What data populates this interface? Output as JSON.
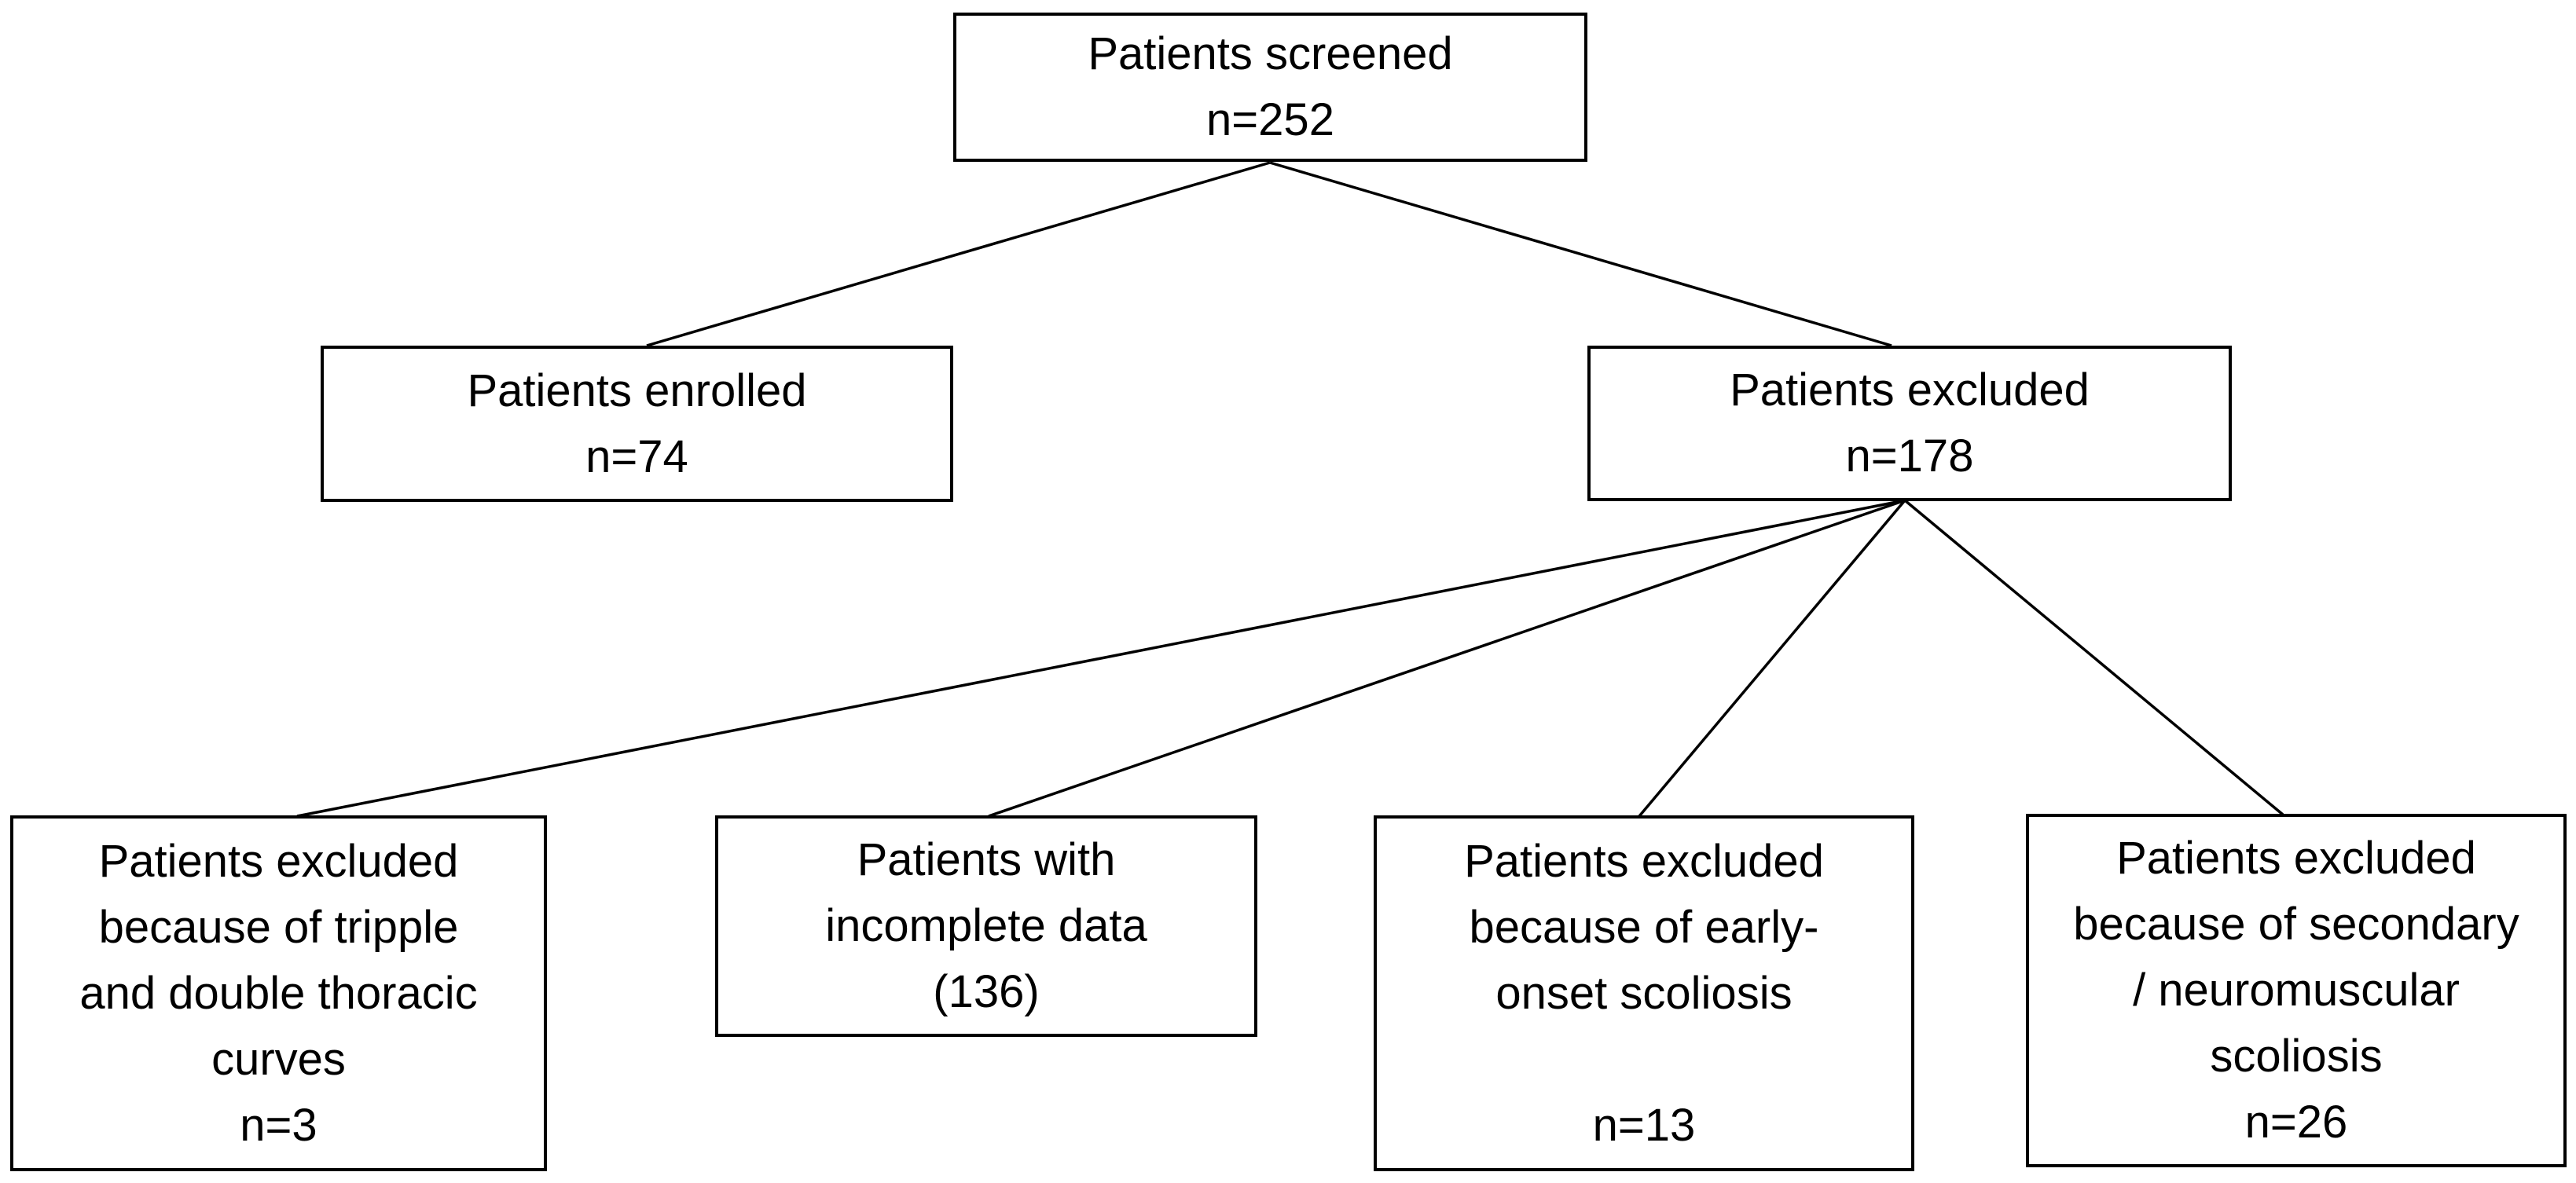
{
  "figure": {
    "background": "#ffffff",
    "box_border_color": "#000000",
    "text_color": "#000000",
    "connector_color": "#000000"
  },
  "nodes": {
    "screened": {
      "lines": [
        "Patients screened",
        "n=252"
      ]
    },
    "enrolled": {
      "lines": [
        "Patients enrolled",
        "n=74"
      ]
    },
    "excluded": {
      "lines": [
        "Patients excluded",
        "n=178"
      ]
    },
    "excluded_triple_double": {
      "lines": [
        "Patients excluded",
        "because of tripple",
        "and double thoracic",
        "curves",
        "n=3"
      ]
    },
    "incomplete_data": {
      "lines": [
        "Patients with",
        "incomplete data",
        "(136)"
      ]
    },
    "early_onset": {
      "lines": [
        "Patients excluded",
        "because of early-",
        "onset scoliosis",
        "",
        "n=13"
      ]
    },
    "secondary_neuromuscular": {
      "lines": [
        "Patients excluded",
        "because of secondary",
        "/ neuromuscular",
        "scoliosis",
        "n=26"
      ]
    }
  },
  "edges": [
    {
      "from": "screened",
      "to": "enrolled"
    },
    {
      "from": "screened",
      "to": "excluded"
    },
    {
      "from": "excluded",
      "to": "excluded_triple_double"
    },
    {
      "from": "excluded",
      "to": "incomplete_data"
    },
    {
      "from": "excluded",
      "to": "early_onset"
    },
    {
      "from": "excluded",
      "to": "secondary_neuromuscular"
    }
  ]
}
